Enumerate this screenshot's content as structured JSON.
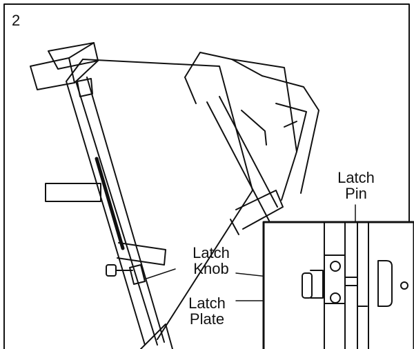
{
  "figure": {
    "step_number": "2",
    "labels": {
      "latch_pin": [
        "Latch",
        "Pin"
      ],
      "latch_knob": [
        "Latch",
        "Knob"
      ],
      "latch_plate": [
        "Latch",
        "Plate"
      ]
    }
  }
}
